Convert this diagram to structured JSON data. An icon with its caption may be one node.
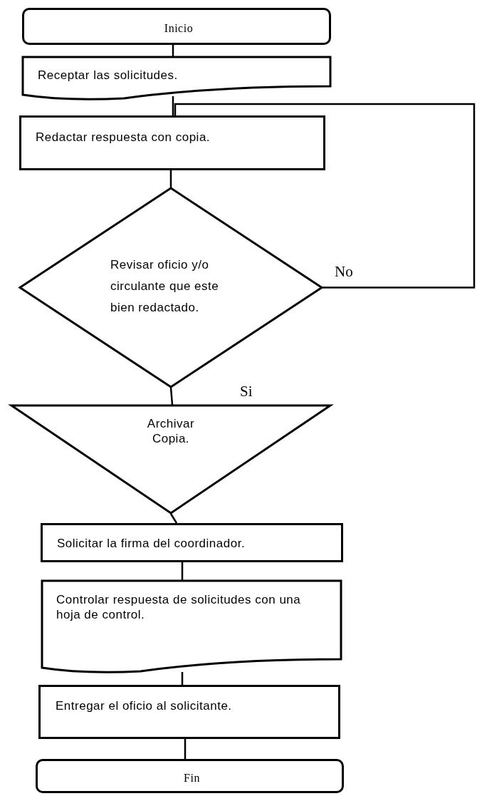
{
  "diagram": {
    "nodes": [
      {
        "text": [
          "Inicio"
        ]
      },
      {
        "text": [
          "Receptar las solicitudes."
        ]
      },
      {
        "text": [
          "Redactar respuesta con copia."
        ]
      },
      {
        "text": [
          "Revisar oficio y/o circulante que este bien redactado."
        ]
      },
      {
        "text": [
          "Archivar Copia."
        ]
      },
      {
        "text": [
          "Solicitar la firma del coordinador."
        ]
      },
      {
        "text": [
          "Controlar respuesta de solicitudes con una hoja de control."
        ]
      },
      {
        "text": [
          "Entregar el oficio al solicitante."
        ]
      },
      {
        "text": [
          "Fin"
        ]
      }
    ],
    "edges": [
      {
        "from": 0,
        "to": 1,
        "arrow": "none"
      },
      {
        "from": 1,
        "to": 2,
        "arrow": "none"
      },
      {
        "from": 2,
        "to": 3,
        "arrow": "none"
      },
      {
        "from": 3,
        "to": 4,
        "arrow": "none",
        "label": "Si"
      },
      {
        "from": 4,
        "to": 5,
        "arrow": "none"
      },
      {
        "from": 5,
        "to": 6,
        "arrow": "none"
      },
      {
        "from": 6,
        "to": 7,
        "arrow": "none"
      },
      {
        "from": 7,
        "to": 8,
        "arrow": "none"
      },
      {
        "from": 3,
        "to": 2,
        "arrow": "none",
        "label": "No"
      }
    ]
  }
}
